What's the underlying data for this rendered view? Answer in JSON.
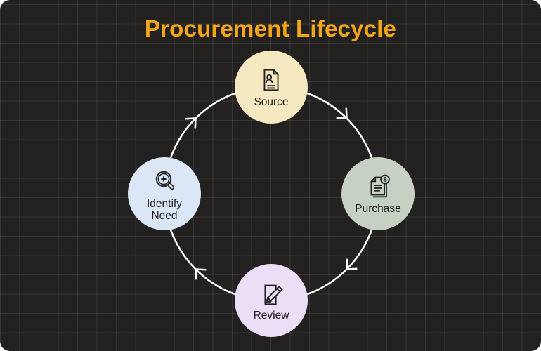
{
  "title": {
    "text": "Procurement Lifecycle",
    "color": "#F3A51B"
  },
  "canvas": {
    "background": "#232020",
    "grid_color": "rgba(255,255,255,0.085)",
    "ring_color": "#FFFFFF"
  },
  "flow": {
    "direction": "clockwise",
    "sequence": [
      "Identify Need",
      "Source",
      "Purchase",
      "Review"
    ]
  },
  "nodes": [
    {
      "label": "Source",
      "icon": "profile-document-icon",
      "color": "#F6E9C2",
      "position": "top"
    },
    {
      "label": "Purchase",
      "icon": "invoice-dollar-icon",
      "color": "#C6D1C3",
      "position": "right"
    },
    {
      "label": "Review",
      "icon": "document-pencil-icon",
      "color": "#EADFF6",
      "position": "bottom"
    },
    {
      "label": "Identify Need",
      "icon": "magnifier-plus-icon",
      "color": "#DBE6F6",
      "position": "left"
    }
  ],
  "glyphs": {
    "dollar": "$"
  },
  "icon_stroke_color": "#242424"
}
